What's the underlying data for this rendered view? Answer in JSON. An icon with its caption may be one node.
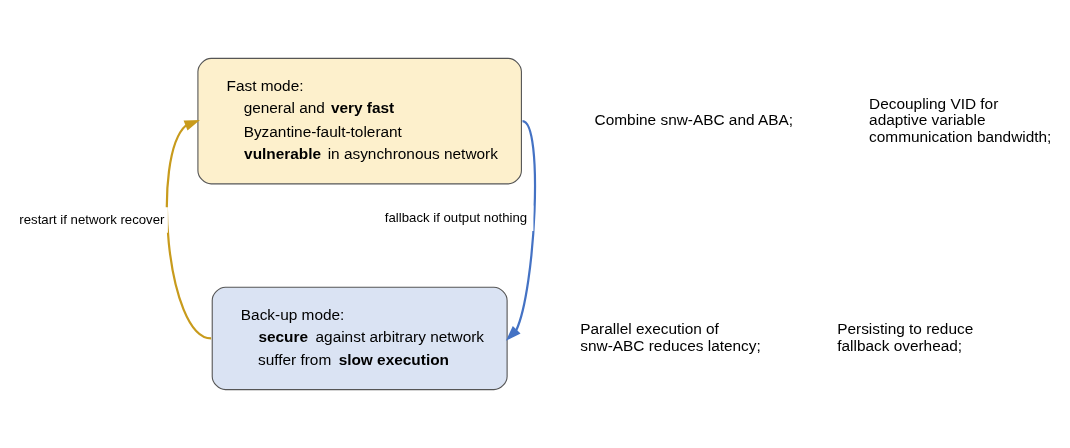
{
  "diagram": {
    "nodes": [
      {
        "text": [
          "Fast mode:",
          "general and **very fast**",
          "Byzantine-fault-tolerant",
          "**vulnerable** in asynchronous network"
        ]
      },
      {
        "text": [
          "Back-up mode:",
          "**secure** against arbitrary network",
          "suffer from **slow execution**"
        ]
      }
    ],
    "edges": [
      {
        "from": 0,
        "to": 1,
        "arrow": "to",
        "label": "fallback if output nothing",
        "color": "#4472c4"
      },
      {
        "from": 1,
        "to": 0,
        "arrow": "to",
        "label": "restart if network recover",
        "color": "#c89b1c"
      }
    ],
    "labels": [
      "Combine snw-ABC and ABA;",
      "Decoupling VID for adaptive variable communication bandwidth;",
      "Parallel execution of snw-ABC reduces latency;",
      "Persisting to reduce fallback overhead;"
    ]
  }
}
